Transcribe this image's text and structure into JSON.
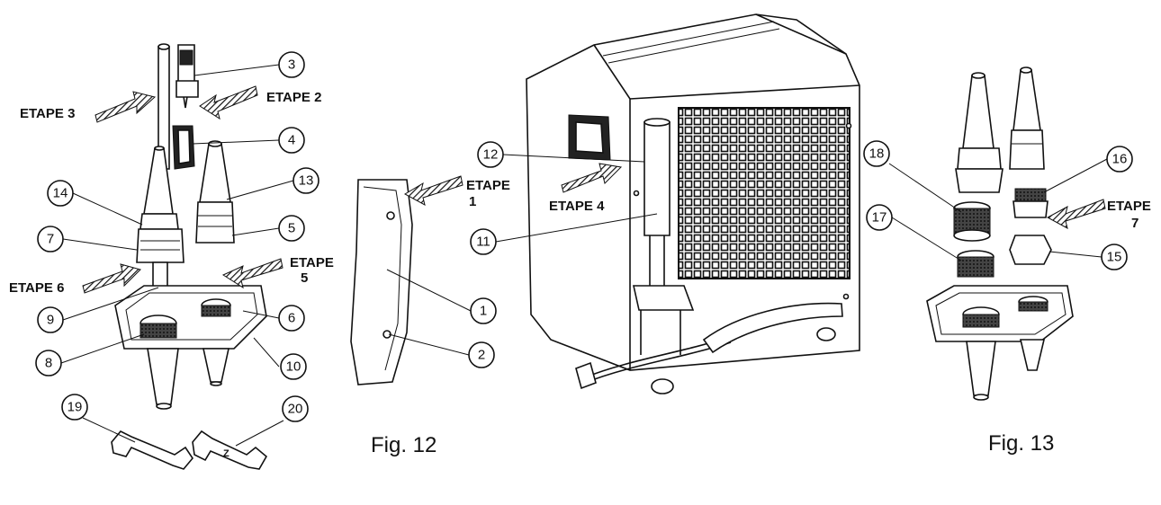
{
  "figures": [
    {
      "id": "fig12",
      "label": "Fig. 12"
    },
    {
      "id": "fig13",
      "label": "Fig. 13"
    }
  ],
  "steps": {
    "etape1": {
      "line1": "ETAPE",
      "line2": "1"
    },
    "etape2": {
      "line1": "ETAPE 2"
    },
    "etape3": {
      "line1": "ETAPE 3"
    },
    "etape4": {
      "line1": "ETAPE 4"
    },
    "etape5": {
      "line1": "ETAPE",
      "line2": "5"
    },
    "etape6": {
      "line1": "ETAPE 6"
    },
    "etape7": {
      "line1": "ETAPE",
      "line2": "7"
    }
  },
  "callouts": {
    "c1": "1",
    "c2": "2",
    "c3": "3",
    "c4": "4",
    "c5": "5",
    "c6": "6",
    "c7": "7",
    "c8": "8",
    "c9": "9",
    "c10": "10",
    "c11": "11",
    "c12": "12",
    "c13": "13",
    "c14": "14",
    "c15": "15",
    "c16": "16",
    "c17": "17",
    "c18": "18",
    "c19": "19",
    "c20": "20"
  },
  "arrow_pattern_color": "#111111"
}
